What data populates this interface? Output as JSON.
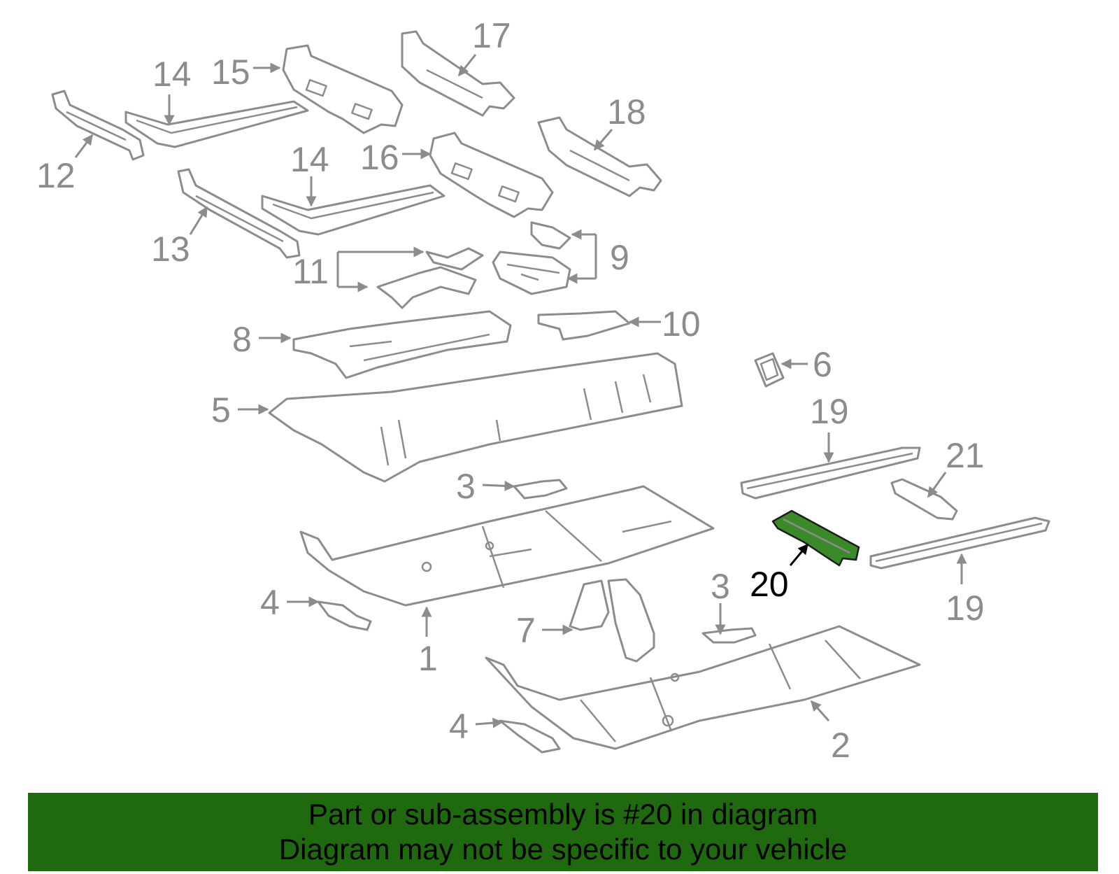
{
  "colors": {
    "line": "#8c8c8c",
    "highlight": "#3b8a2a",
    "banner": "#1f6a0f",
    "text": "#000000"
  },
  "highlighted_part": "20",
  "callouts": [
    {
      "id": "c1",
      "label": "1"
    },
    {
      "id": "c2",
      "label": "2"
    },
    {
      "id": "c3a",
      "label": "3"
    },
    {
      "id": "c3b",
      "label": "3"
    },
    {
      "id": "c4a",
      "label": "4"
    },
    {
      "id": "c4b",
      "label": "4"
    },
    {
      "id": "c5",
      "label": "5"
    },
    {
      "id": "c6",
      "label": "6"
    },
    {
      "id": "c7",
      "label": "7"
    },
    {
      "id": "c8",
      "label": "8"
    },
    {
      "id": "c9",
      "label": "9"
    },
    {
      "id": "c10",
      "label": "10"
    },
    {
      "id": "c11",
      "label": "11"
    },
    {
      "id": "c12",
      "label": "12"
    },
    {
      "id": "c13",
      "label": "13"
    },
    {
      "id": "c14a",
      "label": "14"
    },
    {
      "id": "c14b",
      "label": "14"
    },
    {
      "id": "c15",
      "label": "15"
    },
    {
      "id": "c16",
      "label": "16"
    },
    {
      "id": "c17",
      "label": "17"
    },
    {
      "id": "c18",
      "label": "18"
    },
    {
      "id": "c19a",
      "label": "19"
    },
    {
      "id": "c19b",
      "label": "19"
    },
    {
      "id": "c20",
      "label": "20"
    },
    {
      "id": "c21",
      "label": "21"
    }
  ],
  "banner": {
    "line1": "Part or sub-assembly is #20 in diagram",
    "line2": "Diagram may not be specific to your vehicle"
  }
}
